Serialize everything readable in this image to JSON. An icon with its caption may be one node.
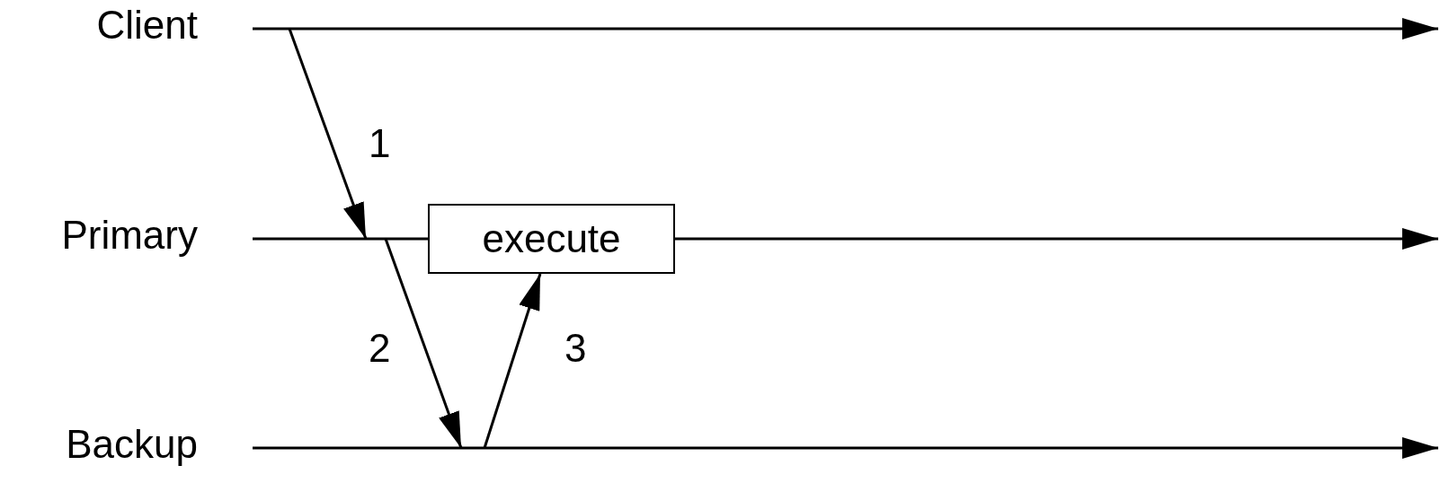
{
  "diagram": {
    "nodes": [
      {
        "text": [
          "Client"
        ]
      },
      {
        "text": [
          "Primary"
        ]
      },
      {
        "text": [
          "Backup"
        ]
      },
      {
        "text": [
          "execute"
        ]
      }
    ],
    "edges": [
      {
        "from": 0,
        "to": 1,
        "arrow": "to",
        "label": "1"
      },
      {
        "from": 1,
        "to": 2,
        "arrow": "to",
        "label": "2"
      },
      {
        "from": 2,
        "to": 3,
        "arrow": "to",
        "label": "3"
      }
    ]
  }
}
